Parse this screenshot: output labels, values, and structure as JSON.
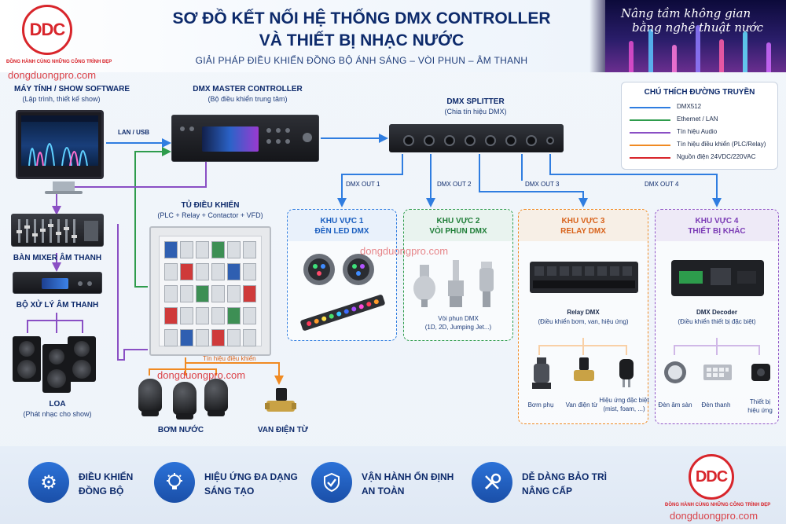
{
  "header": {
    "title_line1": "SƠ ĐỒ KẾT NỐI HỆ THỐNG DMX CONTROLLER",
    "title_line2": "VÀ THIẾT BỊ NHẠC NƯỚC",
    "subtitle": "GIẢI PHÁP ĐIỀU KHIỂN ĐỒNG BỘ ÁNH SÁNG – VÒI PHUN – ÂM THANH",
    "slogan_line1": "Nâng tầm không gian",
    "slogan_line2": "bằng nghệ thuật nước"
  },
  "brand": {
    "logo_text": "DDC",
    "tagline": "ĐỒNG HÀNH CÙNG NHỮNG CÔNG TRÌNH ĐẸP",
    "watermark": "dongduongpro.com",
    "color": "#d8252b"
  },
  "devices": {
    "pc_title": "MÁY TÍNH / SHOW SOFTWARE",
    "pc_sub": "(Lập trình, thiết kế show)",
    "master_title": "DMX MASTER CONTROLLER",
    "master_sub": "(Bộ điều khiển trung tâm)",
    "splitter_title": "DMX SPLITTER",
    "splitter_sub": "(Chia tín hiệu DMX)",
    "cabinet_title": "TỦ ĐIỀU KHIỂN",
    "cabinet_sub": "(PLC + Relay + Contactor + VFD)",
    "mixer": "BÀN MIXER ÂM THANH",
    "processor": "BỘ XỬ LÝ ÂM THANH",
    "speaker_title": "LOA",
    "speaker_sub": "(Phát nhạc cho show)",
    "pump": "BƠM NƯỚC",
    "valve": "VAN ĐIỆN TỪ"
  },
  "wires": {
    "lan_usb": "LAN / USB",
    "out1": "DMX OUT 1",
    "out2": "DMX OUT 2",
    "out3": "DMX OUT 3",
    "out4": "DMX OUT 4",
    "control_signal": "Tín hiệu điều khiển"
  },
  "legend": {
    "title": "CHÚ THÍCH ĐƯỜNG TRUYỀN",
    "items": [
      {
        "label": "DMX512",
        "color": "#2f7de0"
      },
      {
        "label": "Ethernet / LAN",
        "color": "#2e9c4c"
      },
      {
        "label": "Tín hiệu Audio",
        "color": "#8a4fc4"
      },
      {
        "label": "Tín hiệu điều khiển (PLC/Relay)",
        "color": "#f08a22"
      },
      {
        "label": "Nguồn điện 24VDC/220VAC",
        "color": "#d8252b"
      }
    ]
  },
  "zones": {
    "z1": {
      "title_line1": "KHU VỰC 1",
      "title_line2": "ĐÈN LED DMX"
    },
    "z2": {
      "title_line1": "KHU VỰC 2",
      "title_line2": "VÒI PHUN DMX",
      "caption1": "Vòi phun DMX",
      "caption2": "(1D, 2D, Jumping Jet...)"
    },
    "z3": {
      "title_line1": "KHU VỰC 3",
      "title_line2": "RELAY DMX",
      "caption1": "Relay DMX",
      "caption2": "(Điều khiển bơm, van, hiệu ứng)",
      "items": [
        "Bơm phụ",
        "Van điện từ",
        "Hiệu ứng đặc biệt",
        "(mist, foam, ...)"
      ]
    },
    "z4": {
      "title_line1": "KHU VỰC 4",
      "title_line2": "THIẾT BỊ KHÁC",
      "caption1": "DMX Decoder",
      "caption2": "(Điều khiển thiết bị đặc biệt)",
      "items": [
        "Đèn âm sàn",
        "Đèn thanh",
        "Thiết bị",
        "hiệu ứng"
      ]
    }
  },
  "features": [
    {
      "line1": "ĐIỀU KHIỂN",
      "line2": "ĐỒNG BỘ",
      "icon": "gear-icon"
    },
    {
      "line1": "HIỆU ỨNG ĐA DẠNG",
      "line2": "SÁNG TẠO",
      "icon": "lightbulb-icon"
    },
    {
      "line1": "VẬN HÀNH ỔN ĐỊNH",
      "line2": "AN TOÀN",
      "icon": "shield-check-icon"
    },
    {
      "line1": "DỄ DÀNG BẢO TRÌ",
      "line2": "NÂNG CẤP",
      "icon": "tools-icon"
    }
  ]
}
